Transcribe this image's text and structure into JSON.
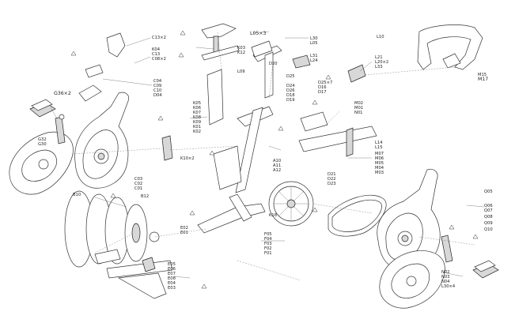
{
  "labels": [
    "C13×2",
    "K04",
    "C13",
    "C08×2",
    "L05×3",
    "D20",
    "L30",
    "L05",
    "L31",
    "L24",
    "L21",
    "L20×2",
    "L33",
    "L10",
    "D25",
    "D24",
    "D26",
    "K03",
    "K12",
    "L09",
    "D25×7",
    "D16",
    "D17",
    "D18",
    "D19",
    "C04",
    "C09",
    "C10",
    "D04",
    "K05",
    "K06",
    "K07",
    "K08",
    "K09",
    "K01",
    "K02",
    "G36×2",
    "G32",
    "G30",
    "C03",
    "C02",
    "C01",
    "K10×2",
    "B10",
    "B12",
    "E05",
    "E06",
    "E07",
    "E08",
    "E04",
    "E03",
    "E02",
    "E01",
    "F05",
    "F04",
    "F03",
    "F02",
    "F01",
    "K18",
    "A10",
    "A11",
    "A12",
    "D21",
    "D22",
    "D23",
    "L14",
    "L15",
    "M07",
    "M06",
    "M05",
    "M04",
    "M03",
    "M02",
    "M01",
    "N01",
    "N02",
    "N03",
    "N04",
    "L30×4",
    "M17",
    "M15",
    "Q05",
    "Q06",
    "Q07",
    "Q08",
    "Q09",
    "Q10"
  ],
  "icons": {
    "warning": "warning-triangle-icon"
  }
}
